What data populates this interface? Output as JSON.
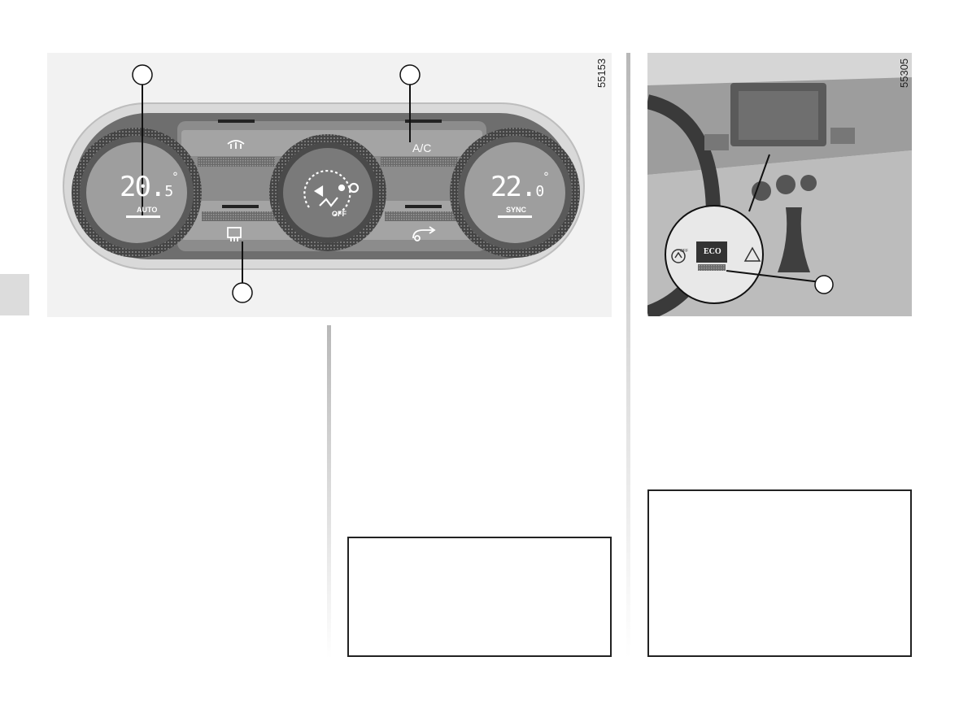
{
  "figure_left": {
    "code": "55153",
    "left_display": {
      "integer": "20.",
      "decimal": "5",
      "degree": "°",
      "label": "AUTO"
    },
    "right_display": {
      "integer": "22.",
      "decimal": "0",
      "degree": "°",
      "label": "SYNC"
    },
    "center_knob": {
      "off_label": "OFF"
    },
    "ac_label": "A/C",
    "icons": {
      "top_left_button": "front-demist-icon",
      "bottom_left_button": "rear-demist-icon",
      "bottom_right_button": "recirculation-icon",
      "center_knob": "airflow-fan-icon"
    }
  },
  "figure_right": {
    "code": "55305",
    "eco_label": "ECO",
    "off_label": "OFF",
    "icons": {
      "auto_stop_button": "auto-stop-icon",
      "hazard_button": "hazard-icon",
      "screen": "infotainment-screen-icon"
    }
  },
  "colors": {
    "panel_bg": "#f2f2f2",
    "display_bg": "#9e9e9e",
    "knob_dark": "#3c3c3c",
    "text_light": "#ffffff"
  }
}
